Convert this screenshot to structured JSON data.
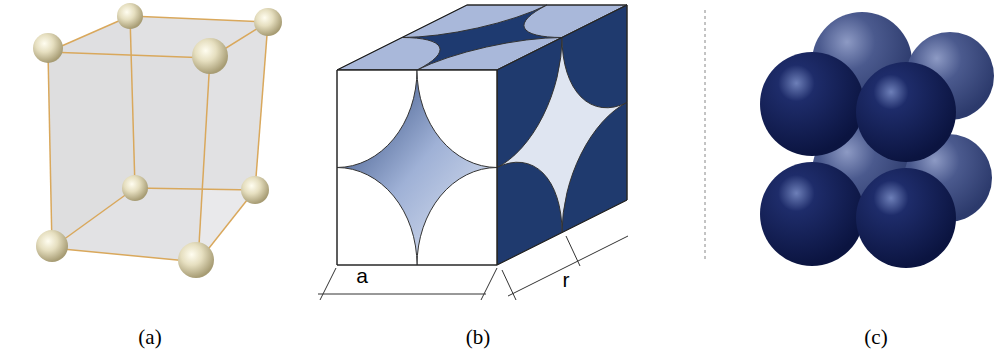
{
  "diagram": {
    "labels": [
      "a",
      "r",
      "(a)",
      "(b)",
      "(c)"
    ]
  }
}
